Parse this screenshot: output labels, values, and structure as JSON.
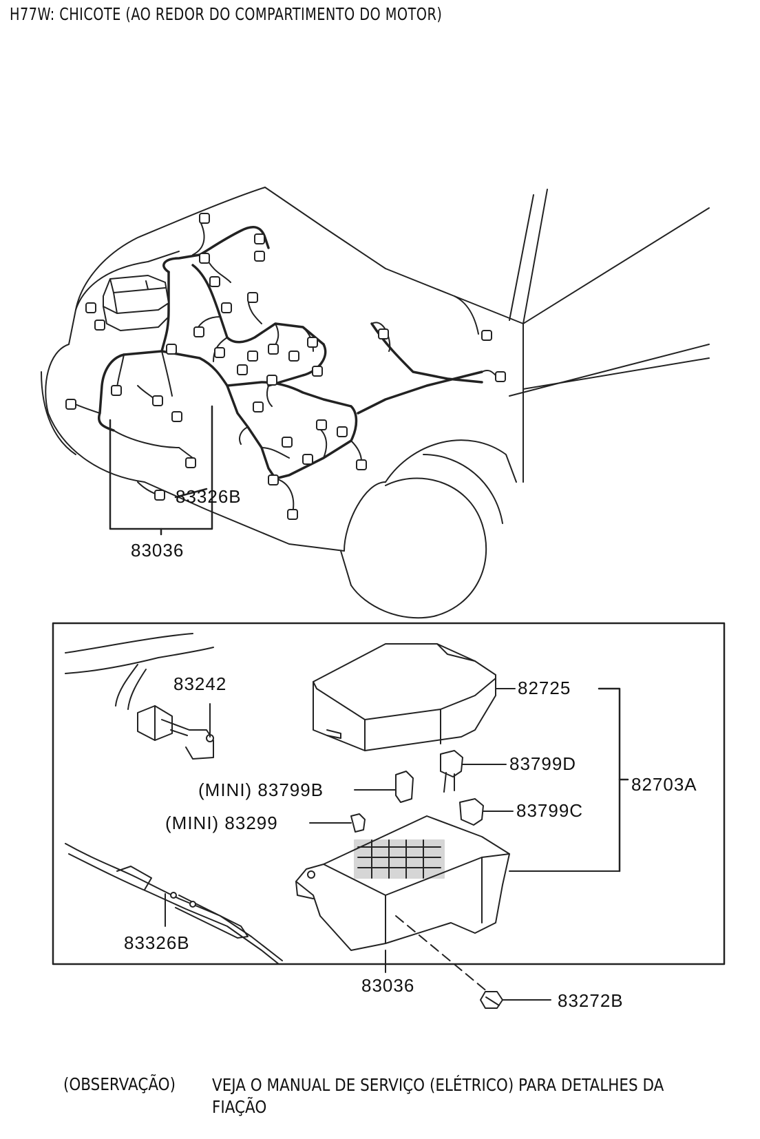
{
  "title": "H77W: CHICOTE (AO REDOR DO COMPARTIMENTO DO MOTOR)",
  "parts": {
    "harness_b_top": "83326B",
    "box_top": "83036",
    "connector": "83242",
    "cover": "82725",
    "fuse_d": "83799D",
    "fuse_b": "(MINI) 83799B",
    "fuse_c": "83799C",
    "fuse_mini": "(MINI) 83299",
    "assembly": "82703A",
    "harness_b_bottom": "83326B",
    "box_bottom": "83036",
    "bolt": "83272B"
  },
  "note": {
    "label": "(OBSERVAÇÃO)",
    "text": "VEJA O MANUAL DE SERVIÇO (ELÉTRICO) PARA DETALHES DA FIAÇÃO"
  }
}
